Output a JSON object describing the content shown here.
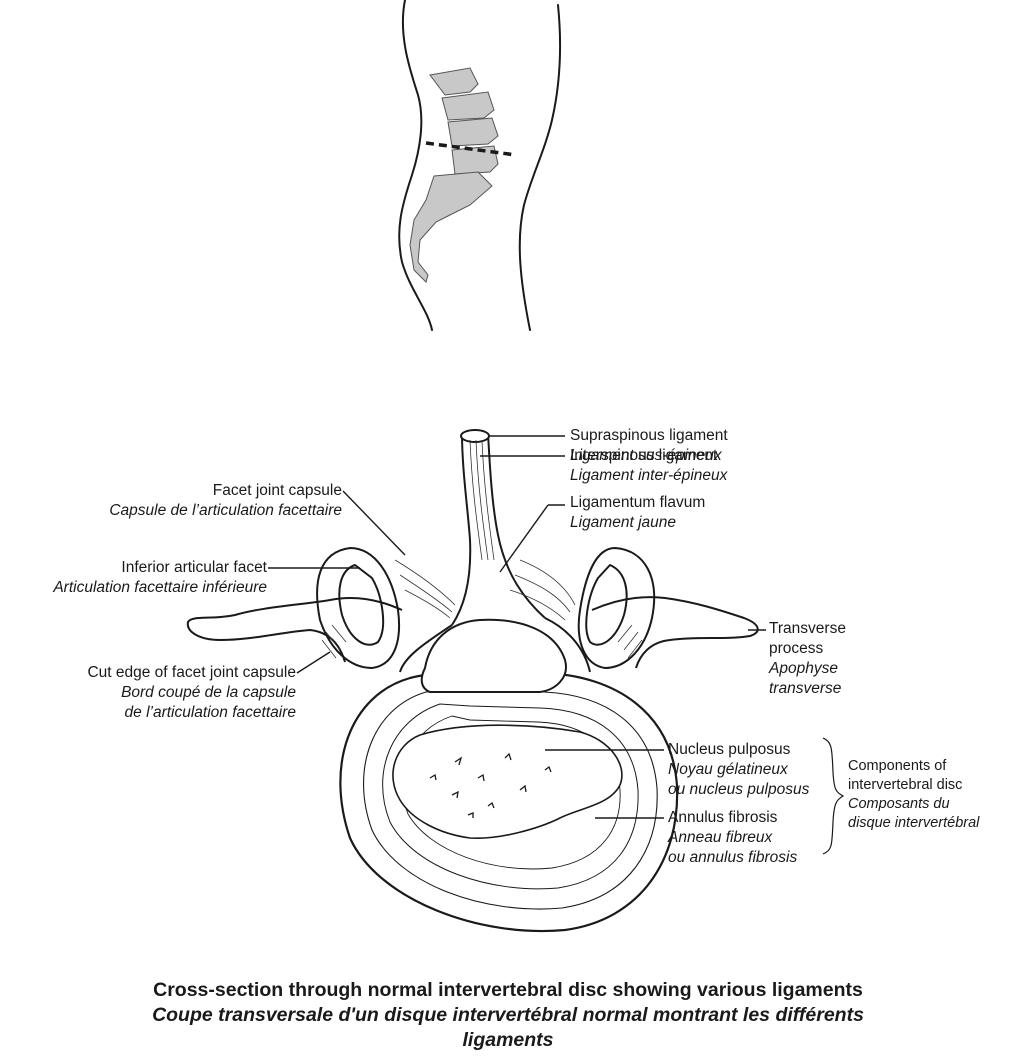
{
  "labels": {
    "supraspinous": {
      "en": "Supraspinous ligament",
      "fr": "Ligament sus-épineux"
    },
    "interspinous": {
      "en": "Interspinous ligament",
      "fr": "Ligament inter-épineux"
    },
    "flavum": {
      "en": "Ligamentum flavum",
      "fr": "Ligament jaune"
    },
    "facet_capsule": {
      "en": "Facet joint capsule",
      "fr": "Capsule de l’articulation facettaire"
    },
    "inferior_facet": {
      "en": "Inferior articular facet",
      "fr": "Articulation facettaire inférieure"
    },
    "transverse": {
      "en1": "Transverse",
      "en2": "process",
      "fr1": "Apophyse",
      "fr2": "transverse"
    },
    "cut_edge": {
      "en": "Cut edge of facet joint capsule",
      "fr1": "Bord coupé de la capsule",
      "fr2": "de l’articulation facettaire"
    },
    "nucleus": {
      "en": "Nucleus pulposus",
      "fr1": "Noyau gélatineux",
      "fr2": "ou nucleus pulposus"
    },
    "annulus": {
      "en": "Annulus fibrosis",
      "fr1": "Anneau fibreux",
      "fr2": "ou annulus fibrosis"
    },
    "components": {
      "en1": "Components of",
      "en2": "intervertebral disc",
      "fr1": "Composants du",
      "fr2": "disque intervertébral"
    }
  },
  "caption": {
    "en": "Cross-section through normal intervertebral disc showing various ligaments",
    "fr1": "Coupe transversale d'un disque intervertébral normal montrant les différents",
    "fr2": "ligaments"
  },
  "colors": {
    "line": "#1a1a1a",
    "bone_fill": "#c8c8c8",
    "paper": "#ffffff"
  }
}
